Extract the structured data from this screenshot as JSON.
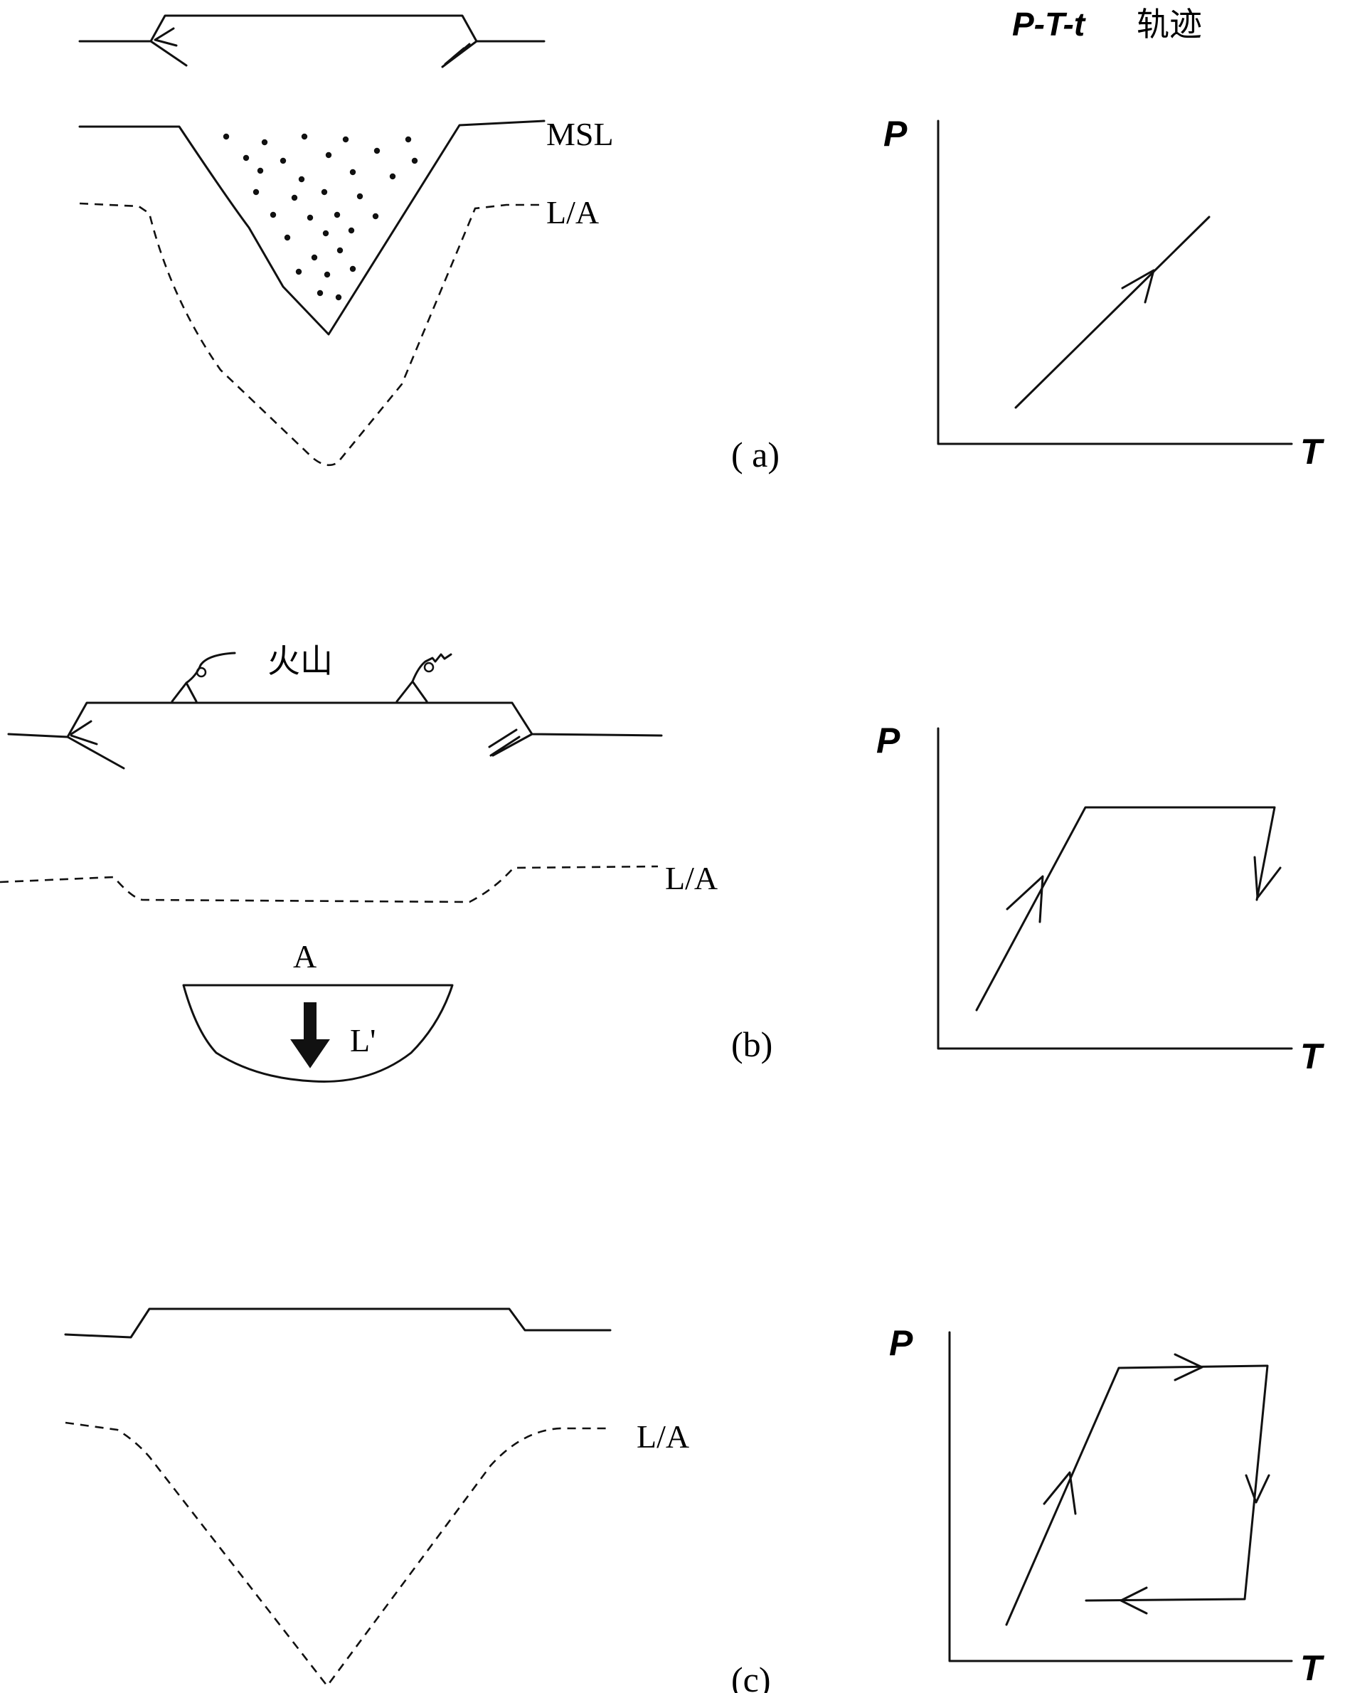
{
  "header": {
    "title_italic": "P-T-t",
    "title_cn": "轨迹"
  },
  "panels": [
    {
      "id": "a",
      "label": "( a)",
      "msl_label": "MSL",
      "la_label": "L/A",
      "axis_p": "P",
      "axis_t": "T"
    },
    {
      "id": "b",
      "label": "(b)",
      "volcano_label": "火山",
      "la_label": "L/A",
      "a_label": "A",
      "lprime_label": "L'",
      "axis_p": "P",
      "axis_t": "T"
    },
    {
      "id": "c",
      "label": "(c)",
      "la_label": "L/A",
      "axis_p": "P",
      "axis_t": "T"
    }
  ]
}
